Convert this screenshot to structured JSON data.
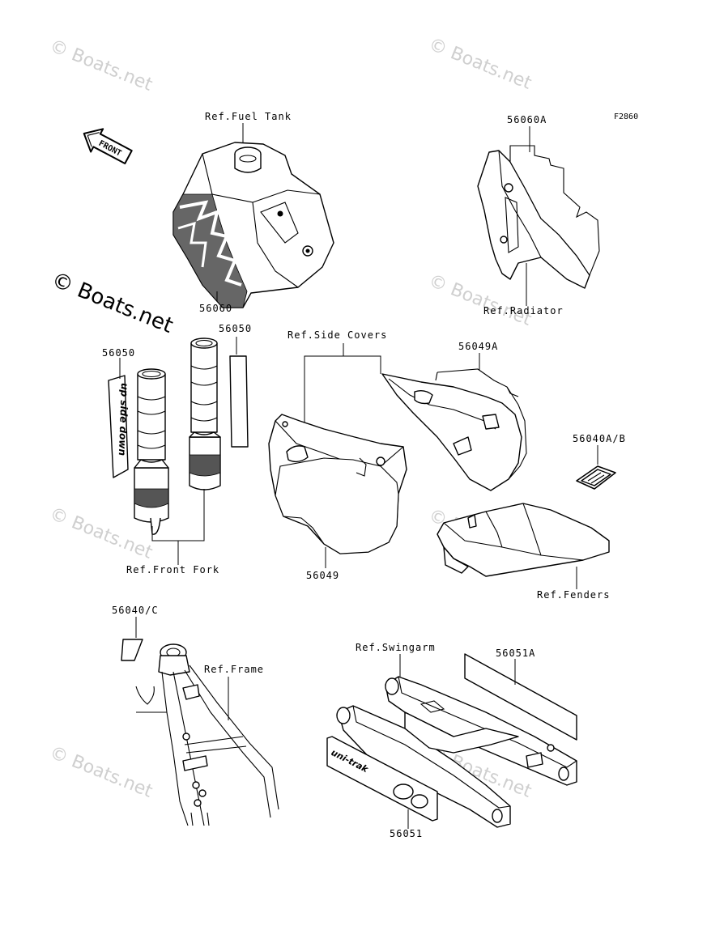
{
  "figure_id": "F2860",
  "front_arrow_label": "FRONT",
  "watermarks": {
    "light": [
      "© Boats.net",
      "© Boats.net",
      "© Boats.net",
      "© Boats.net",
      "© Boats.net",
      "© Boats.net",
      "© Boats.net",
      "© Boats.net"
    ],
    "bold": "© Boats.net"
  },
  "labels": {
    "ref_fuel_tank": "Ref.Fuel Tank",
    "p56060": "56060",
    "p56060a": "56060A",
    "ref_radiator": "Ref.Radiator",
    "p56050_left": "56050",
    "p56050_right": "56050",
    "ref_front_fork": "Ref.Front Fork",
    "ref_side_covers": "Ref.Side Covers",
    "p56049a": "56049A",
    "p56049": "56049",
    "p56040ab": "56040A/B",
    "ref_fenders": "Ref.Fenders",
    "p56040c": "56040/C",
    "ref_frame": "Ref.Frame",
    "ref_swingarm": "Ref.Swingarm",
    "p56051a": "56051A",
    "p56051": "56051"
  },
  "decal_texts": {
    "fork_decal": "up side down",
    "swingarm_decal": "uni-trak"
  }
}
